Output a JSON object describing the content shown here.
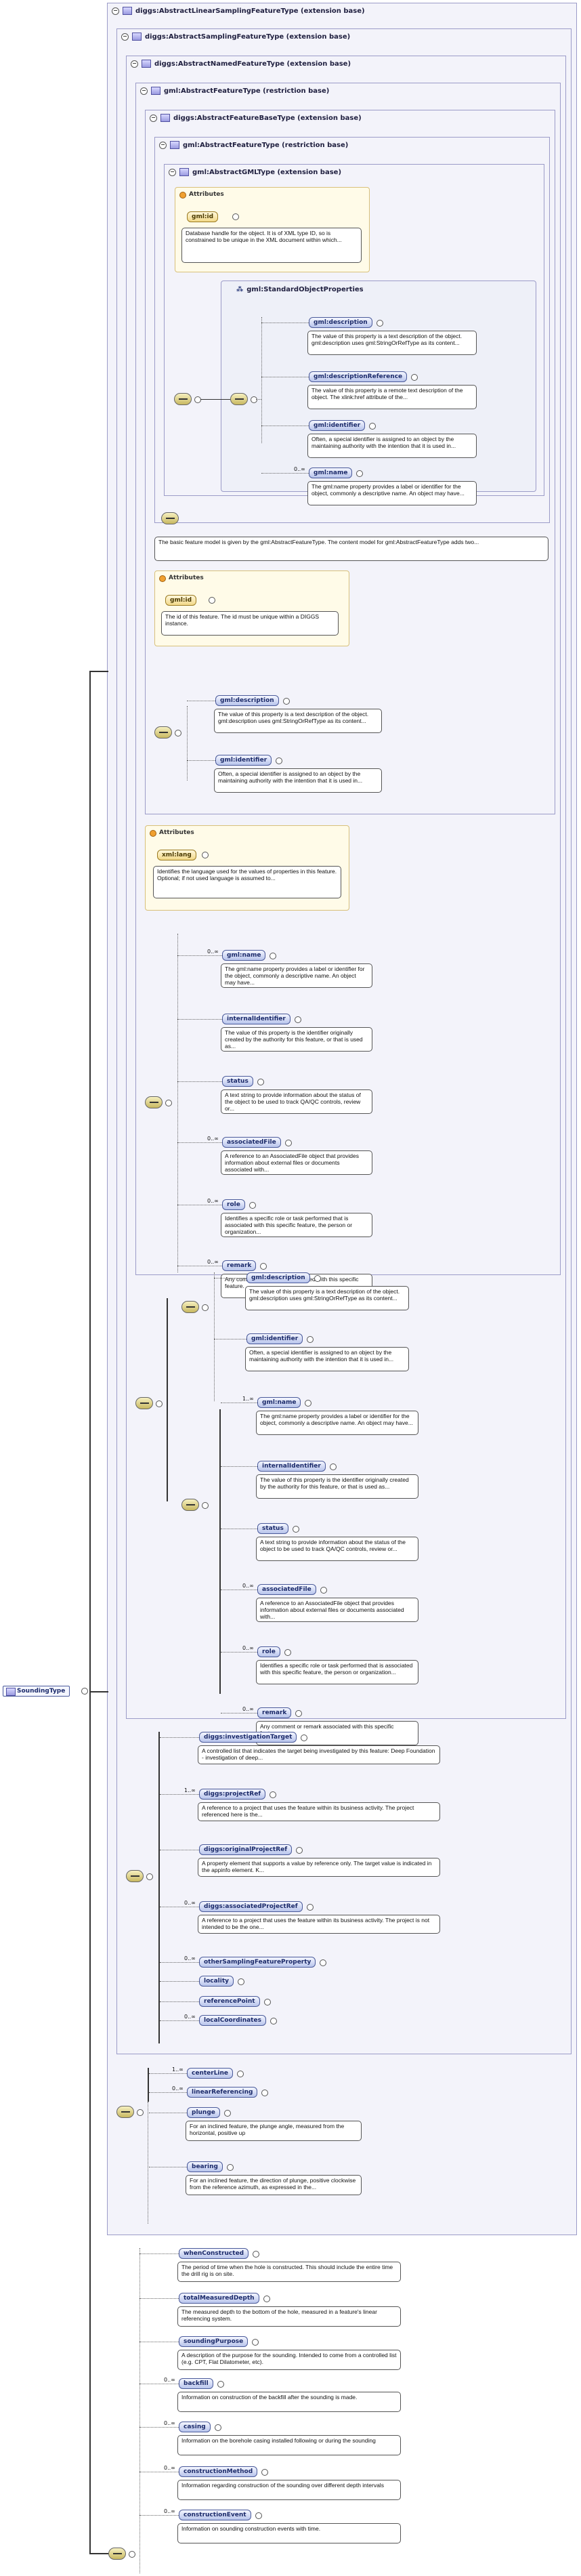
{
  "panels": {
    "p1": "diggs:AbstractLinearSamplingFeatureType (extension base)",
    "p2": "diggs:AbstractSamplingFeatureType (extension base)",
    "p3": "diggs:AbstractNamedFeatureType (extension base)",
    "p4": "gml:AbstractFeatureType (restriction base)",
    "p5": "diggs:AbstractFeatureBaseType (extension base)",
    "p6": "gml:AbstractFeatureType (restriction base)",
    "p7": "gml:AbstractGMLType (extension base)"
  },
  "attributes_label": "Attributes",
  "gml_attr": {
    "name": "gml:id",
    "doc": "Database handle for the object. It is of XML type ID, so is constrained to be unique in the XML document within which..."
  },
  "std_props": {
    "name": "gml:StandardObjectProperties",
    "items": [
      {
        "name": "gml:description",
        "doc": "The value of this property is a text description of the object. gml:description uses gml:StringOrRefType as its content..."
      },
      {
        "name": "gml:descriptionReference",
        "doc": "The value of this property is a remote text description of the object. The xlink:href attribute of the..."
      },
      {
        "name": "gml:identifier",
        "doc": "Often, a special identifier is assigned to an object by the maintaining authority with the intention that it is used in..."
      },
      {
        "name": "gml:name",
        "mult": "0..∞",
        "doc": "The gml:name property provides a label or identifier for the object, commonly a descriptive name. An object may have..."
      }
    ]
  },
  "feature_base_doc": "The basic feature model is given by the gml:AbstractFeatureType. The content model for gml:AbstractFeatureType adds two...",
  "fb_attr": {
    "name": "gml:id",
    "doc": "The id of this feature. The id must be unique within a DIGGS instance."
  },
  "fb_elems": [
    {
      "name": "gml:description",
      "doc": "The value of this property is a text description of the object. gml:description uses gml:StringOrRefType as its content..."
    },
    {
      "name": "gml:identifier",
      "doc": "Often, a special identifier is assigned to an object by the maintaining authority with the intention that it is used in..."
    }
  ],
  "named_attr": {
    "name": "xml:lang",
    "doc": "Identifies the language used for the values of properties in this feature. Optional; if not used language is assumed to..."
  },
  "named_elems": [
    {
      "name": "gml:name",
      "mult": "0..∞",
      "doc": "The gml:name property provides a label or identifier for the object, commonly a descriptive name. An object may have..."
    },
    {
      "name": "internalIdentifier",
      "doc": "The value of this property is the identifier originally created by the authority for this feature, or that is used as..."
    },
    {
      "name": "status",
      "doc": "A text string to provide information about the status of the object to be used to track QA/QC controls, review or..."
    },
    {
      "name": "associatedFile",
      "mult": "0..∞",
      "doc": "A reference to an AssociatedFile object that provides information about external files or documents associated with..."
    },
    {
      "name": "role",
      "mult": "0..∞",
      "doc": "Identifies a specific role or task performed that is associated with this specific feature, the person or organization..."
    },
    {
      "name": "remark",
      "mult": "0..∞",
      "doc": "Any comment or remark associated with this specific feature."
    }
  ],
  "choice_elems": [
    {
      "name": "gml:description",
      "doc": "The value of this property is a text description of the object. gml:description uses gml:StringOrRefType as its content..."
    },
    {
      "name": "gml:identifier",
      "doc": "Often, a special identifier is assigned to an object by the maintaining authority with the intention that it is used in..."
    }
  ],
  "seq2_elems": [
    {
      "name": "gml:name",
      "mult": "1..∞",
      "doc": "The gml:name property provides a label or identifier for the object, commonly a descriptive name. An object may have..."
    },
    {
      "name": "internalIdentifier",
      "doc": "The value of this property is the identifier originally created by the authority for this feature, or that is used as..."
    },
    {
      "name": "status",
      "doc": "A text string to provide information about the status of the object to be used to track QA/QC controls, review or..."
    },
    {
      "name": "associatedFile",
      "mult": "0..∞",
      "doc": "A reference to an AssociatedFile object that provides information about external files or documents associated with..."
    },
    {
      "name": "role",
      "mult": "0..∞",
      "doc": "Identifies a specific role or task performed that is associated with this specific feature, the person or organization..."
    },
    {
      "name": "remark",
      "mult": "0..∞",
      "doc": "Any comment or remark associated with this specific feature."
    }
  ],
  "sampling_elems": [
    {
      "name": "diggs:investigationTarget",
      "doc": "A controlled list that indicates the target being investigated by this feature: Deep Foundation - investigation of deep..."
    },
    {
      "name": "diggs:projectRef",
      "mult": "1..∞",
      "doc": "A reference to a project that uses the feature within its business activity. The project referenced here is the..."
    },
    {
      "name": "diggs:originalProjectRef",
      "doc": "A property element that supports a value by reference only. The target value is indicated in the appinfo element. K..."
    },
    {
      "name": "diggs:associatedProjectRef",
      "mult": "0..∞",
      "doc": "A reference to a project that uses the feature within its business activity. The project is not intended to be the one..."
    },
    {
      "name": "otherSamplingFeatureProperty",
      "mult": "0..∞"
    },
    {
      "name": "locality"
    },
    {
      "name": "referencePoint"
    },
    {
      "name": "localCoordinates",
      "mult": "0..∞"
    }
  ],
  "linear_elems": [
    {
      "name": "centerLine",
      "mult": "1..∞"
    },
    {
      "name": "linearReferencing",
      "mult": "0..∞"
    },
    {
      "name": "plunge",
      "doc": "For an inclined feature, the plunge angle, measured from the horizontal, positive up"
    },
    {
      "name": "bearing",
      "doc": "For an inclined feature, the direction of plunge, positive clockwise from the reference azimuth, as expressed in the..."
    }
  ],
  "root": "SoundingType",
  "sounding_elems": [
    {
      "name": "whenConstructed",
      "doc": "The period of time when the hole is constructed. This should include the entire time the drill rig is on site."
    },
    {
      "name": "totalMeasuredDepth",
      "doc": "The measured depth to the bottom of the hole, measured in a feature's linear referencing system."
    },
    {
      "name": "soundingPurpose",
      "doc": "A description of the purpose for the sounding. Intended to come from a controlled list (e.g. CPT, Flat Dilatometer, etc)."
    },
    {
      "name": "backfill",
      "mult": "0..∞",
      "doc": "Information on construction of the backfill after the sounding is made."
    },
    {
      "name": "casing",
      "mult": "0..∞",
      "doc": "Information on the borehole casing installed following or during the sounding"
    },
    {
      "name": "constructionMethod",
      "mult": "0..∞",
      "doc": "Information regarding construction of the sounding over different depth intervals"
    },
    {
      "name": "constructionEvent",
      "mult": "0..∞",
      "doc": "Information on sounding construction events with time."
    }
  ]
}
